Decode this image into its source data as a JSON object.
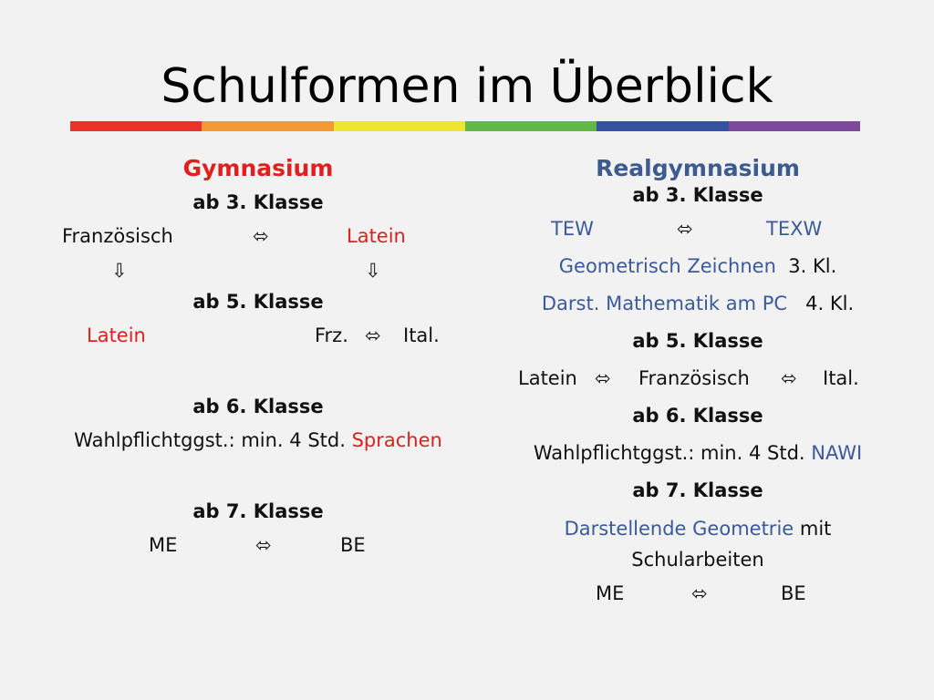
{
  "title": "Schulformen im Überblick",
  "colors": {
    "rainbow": [
      "#e8332a",
      "#f39a35",
      "#eee533",
      "#62b847",
      "#36519f",
      "#7b4a9b"
    ],
    "red_text": "#e01f1f",
    "blue_text": "#3b5a9a"
  },
  "left": {
    "heading": "Gymnasium",
    "klasse3": "ab 3. Klasse",
    "r1_a": "Französisch",
    "r1_arrow": "⬄",
    "r1_b": "Latein",
    "down_a": "⇩",
    "down_b": "⇩",
    "klasse5": "ab 5. Klasse",
    "r5_a": "Latein",
    "r5_b": "Frz.",
    "r5_arrow": "⬄",
    "r5_c": "Ital.",
    "klasse6": "ab 6. Klasse",
    "r6_text": "Wahlpflichtggst.: min. 4 Std.",
    "r6_red": "Sprachen",
    "klasse7": "ab 7. Klasse",
    "r7_a": "ME",
    "r7_arrow": "⬄",
    "r7_b": "BE"
  },
  "right": {
    "heading": "Realgymnasium",
    "klasse3": "ab 3. Klasse",
    "r1_a": "TEW",
    "r1_arrow": "⬄",
    "r1_b": "TEXW",
    "r2_blue": "Geometrisch Zeichnen",
    "r2_black": "3. Kl.",
    "r3_blue": "Darst. Mathematik am PC",
    "r3_black": "4. Kl.",
    "klasse5": "ab 5. Klasse",
    "r5_a": "Latein",
    "r5_arrow1": "⬄",
    "r5_b": "Französisch",
    "r5_arrow2": "⬄",
    "r5_c": "Ital.",
    "klasse6": "ab 6. Klasse",
    "r6_text": "Wahlpflichtggst.: min. 4 Std.",
    "r6_blue": "NAWI",
    "klasse7": "ab 7. Klasse",
    "r7_blue": "Darstellende Geometrie",
    "r7_black": "mit",
    "r7_line2": "Schularbeiten",
    "r8_a": "ME",
    "r8_arrow": "⬄",
    "r8_b": "BE"
  }
}
